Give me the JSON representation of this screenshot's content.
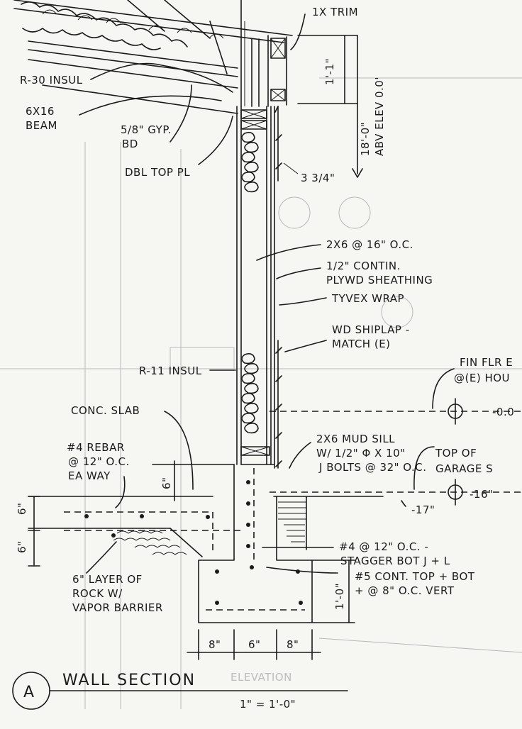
{
  "labels": {
    "trim": "1X TRIM",
    "elev_top": "1'-1\"",
    "elev_abv": "ABV ELEV 0.0'",
    "elev_height": "18'-0\"",
    "r30": "R-30 INSUL",
    "beam_1": "6X16",
    "beam_2": "BEAM",
    "gyp_1": "5/8\" GYP.",
    "gyp_2": "BD",
    "dbl_top": "DBL TOP PL",
    "overhang": "3 3/4\"",
    "studs": "2X6 @ 16\" O.C.",
    "sheathing_1": "1/2\" CONTIN.",
    "sheathing_2": "PLYWD SHEATHING",
    "tyvek": "TYVEX WRAP",
    "shiplap_1": "WD SHIPLAP -",
    "shiplap_2": "MATCH (E)",
    "r11": "R-11 INSUL",
    "fin_flr_1": "FIN FLR E",
    "fin_flr_2": "@(E) HOU",
    "zero": "-0.0",
    "conc_slab": "CONC. SLAB",
    "mud_sill_1": "2X6 MUD SILL",
    "mud_sill_2": "W/ 1/2\" Φ X 10\"",
    "mud_sill_3": "J BOLTS @ 32\" O.C.",
    "top_garage_1": "TOP OF",
    "top_garage_2": "GARAGE S",
    "rebar_1": "#4 REBAR",
    "rebar_2": "@ 12\" O.C.",
    "rebar_3": "EA WAY",
    "slab_dim": "6\"",
    "left_dim_1": "6\"",
    "left_dim_2": "6\"",
    "minus16": "-16\"",
    "minus17": "-17\"",
    "stagger_1": "#4 @ 12\" O.C. -",
    "stagger_2": "STAGGER BOT J + L",
    "cont_1": "#5 CONT. TOP + BOT",
    "cont_2": "+ @ 8\" O.C. VERT",
    "rock_1": "6\" LAYER OF",
    "rock_2": "ROCK W/",
    "rock_3": "VAPOR BARRIER",
    "footing_dim": "1'-0\"",
    "bot_dim_1": "8\"",
    "bot_dim_2": "6\"",
    "bot_dim_3": "8\"",
    "section_letter": "A",
    "title": "WALL SECTION",
    "scale": "1\" = 1'-0\"",
    "ghost_elevation": "ELEVATION"
  }
}
